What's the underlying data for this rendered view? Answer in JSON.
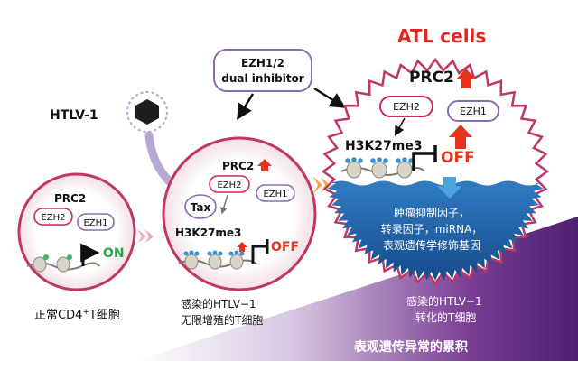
{
  "title": "ATL cells",
  "virus": "HTLV-1",
  "inhibitor": {
    "line1": "EZH1/2",
    "line2": "dual inhibitor"
  },
  "normal_cell": {
    "prc2": "PRC2",
    "ezh2": "EZH2",
    "ezh1": "EZH1",
    "state": "ON",
    "caption_pre": "正常CD4",
    "caption_sup": "+",
    "caption_post": "T细胞"
  },
  "infected_cell": {
    "prc2": "PRC2",
    "ezh2": "EZH2",
    "ezh1": "EZH1",
    "tax": "Tax",
    "mark": "H3K27me3",
    "state": "OFF",
    "caption_line1": "感染的HTLV−1",
    "caption_line2": "无限增殖的T细胞"
  },
  "atl_cell": {
    "prc2": "PRC2",
    "ezh2": "EZH2",
    "ezh1": "EZH1",
    "mark": "H3K27me3",
    "state": "OFF",
    "targets": [
      "肿瘤抑制因子，",
      "转录因子，miRNA，",
      "表观遗传学修饰基因"
    ],
    "caption_line1": "感染的HTLV−1",
    "caption_line2": "转化的T细胞"
  },
  "accumulation": "表观遗传异常的累积",
  "colors": {
    "up_arrow": "#e8321e",
    "off_text": "#e8321e",
    "on_text": "#2aa548",
    "title": "#e0261e",
    "membrane": "#c0385f",
    "ezh2_border": "#d0285a",
    "ezh1_border": "#8a6cb0",
    "target_zone": "#1f63a8",
    "accumulation_bar": "#5a2a7a"
  }
}
